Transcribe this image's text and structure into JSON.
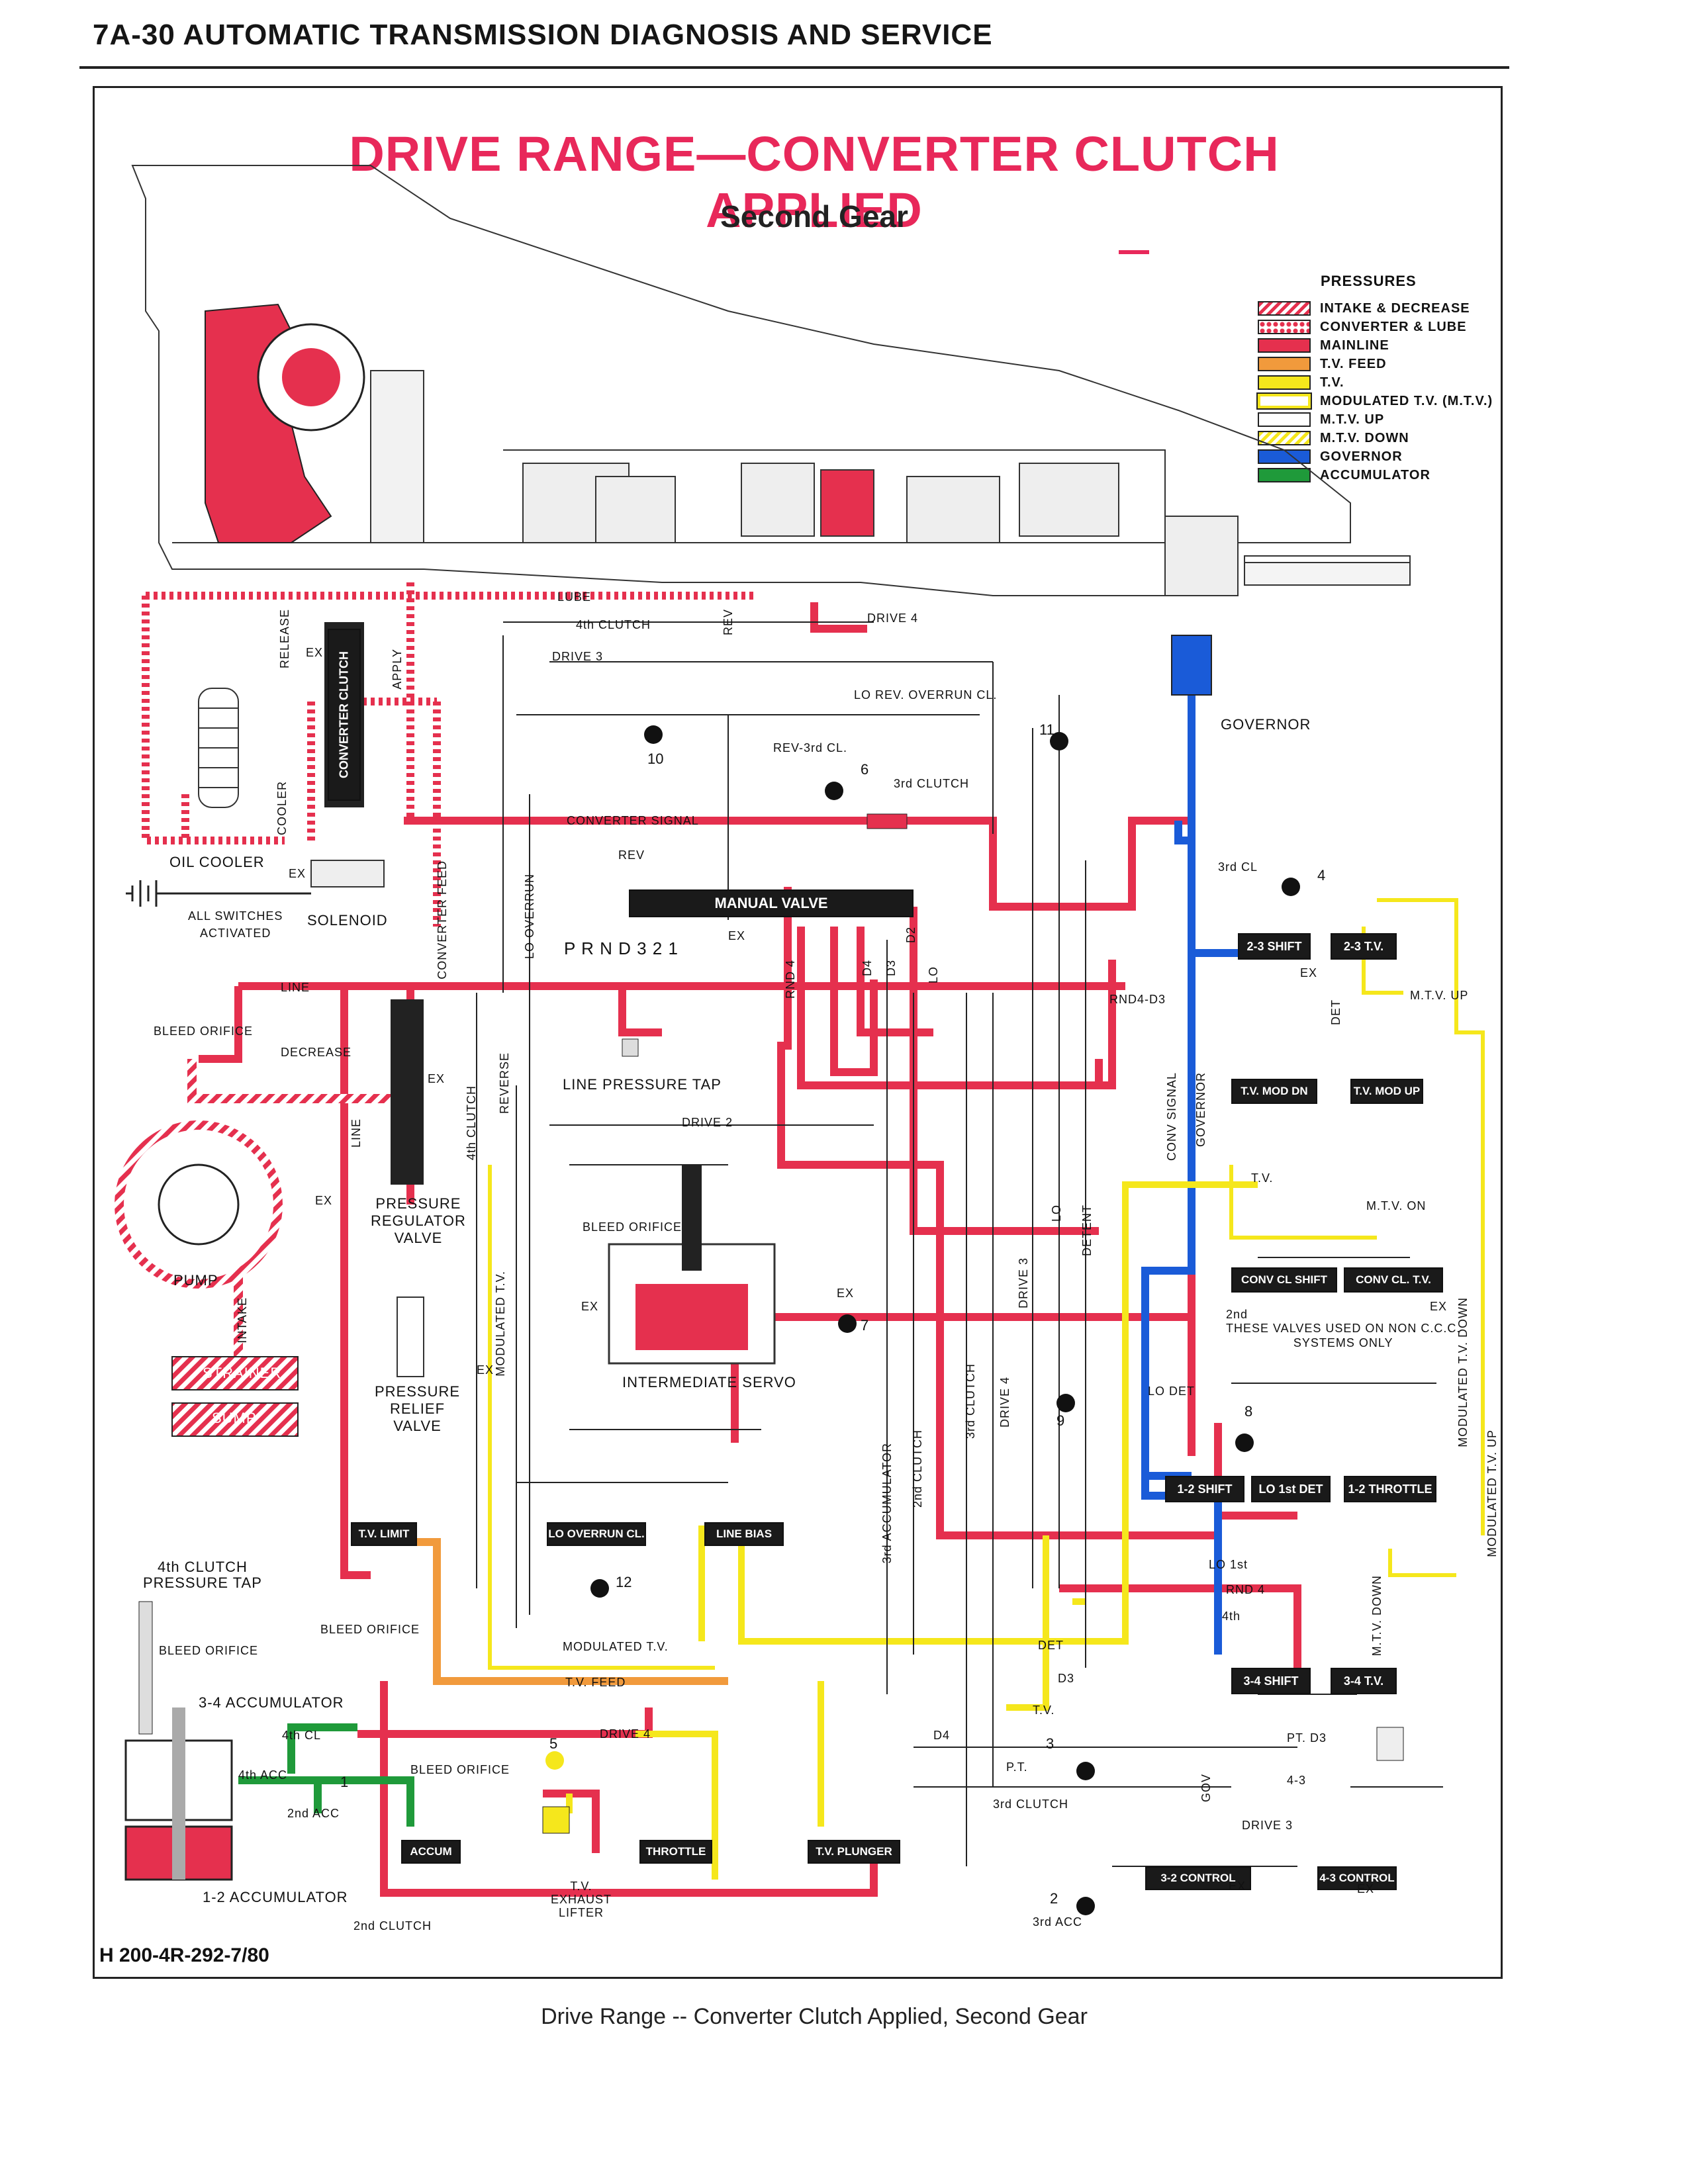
{
  "header": {
    "text": "7A-30  AUTOMATIC TRANSMISSION DIAGNOSIS AND SERVICE"
  },
  "title": "DRIVE RANGE—CONVERTER CLUTCH APPLIED",
  "subtitle": "Second Gear",
  "legend": {
    "title": "PRESSURES",
    "items": [
      {
        "label": "INTAKE & DECREASE",
        "pattern": "hatch-red"
      },
      {
        "label": "CONVERTER & LUBE",
        "pattern": "dots-red"
      },
      {
        "label": "MAINLINE",
        "pattern": "solid-red"
      },
      {
        "label": "T.V. FEED",
        "pattern": "solid-orange"
      },
      {
        "label": "T.V.",
        "pattern": "solid-yellow"
      },
      {
        "label": "MODULATED T.V. (M.T.V.)",
        "pattern": "outline-yellow"
      },
      {
        "label": "M.T.V. UP",
        "pattern": "outline-yellow"
      },
      {
        "label": "M.T.V. DOWN",
        "pattern": "dash-yellow"
      },
      {
        "label": "GOVERNOR",
        "pattern": "solid-blue"
      },
      {
        "label": "ACCUMULATOR",
        "pattern": "solid-green"
      }
    ]
  },
  "colors": {
    "mainline": "#e5304e",
    "tv_feed": "#f19a3c",
    "tv": "#f5e71c",
    "governor": "#1a5bd8",
    "accumulator": "#1f9a3a",
    "ink": "#1a1a1a"
  },
  "components": {
    "oil_cooler": "OIL COOLER",
    "all_switches": "ALL SWITCHES",
    "activated": "ACTIVATED",
    "solenoid": "SOLENOID",
    "converter_clutch": "CONVERTER CLUTCH",
    "manual_valve": "MANUAL VALVE",
    "manual_positions": "P  R N D 3  2  1",
    "governor": "GOVERNOR",
    "line_pressure_tap": "LINE PRESSURE TAP",
    "pressure_regulator": "PRESSURE\nREGULATOR\nVALVE",
    "pressure_relief": "PRESSURE\nRELIEF\nVALVE",
    "pump": "PUMP",
    "strainer": "STRAINER",
    "sump": "SUMP",
    "bleed_orifice": "BLEED ORIFICE",
    "intermediate_servo": "INTERMEDIATE SERVO",
    "tv_limit": "T.V. LIMIT",
    "lo_overrun_cl": "LO OVERRUN CL.",
    "line_bias": "LINE  BIAS",
    "accum": "ACCUM",
    "throttle": "THROTTLE",
    "tv_plunger": "T.V. PLUNGER",
    "tv_exhaust_lifter": "T.V.\nEXHAUST\nLIFTER",
    "shift_23": "2-3 SHIFT",
    "tv_23": "2-3 T.V.",
    "tv_mod_dn": "T.V. MOD DN",
    "tv_mod_up": "T.V. MOD UP",
    "conv_cl_shift": "CONV CL SHIFT",
    "conv_cl_tv": "CONV  CL. T.V.",
    "non_ccc_note": "THESE VALVES USED ON NON C.C.C.\nSYSTEMS ONLY",
    "shift_12": "1-2 SHIFT",
    "lo_1st_det": "LO  1st DET",
    "throttle_12": "1-2 THROTTLE",
    "shift_34": "3-4 SHIFT",
    "tv_34": "3-4 T.V.",
    "control_32": "3-2 CONTROL",
    "control_43": "4-3 CONTROL",
    "clutch4_tap": "4th CLUTCH\nPRESSURE TAP",
    "accumulator_34": "3-4 ACCUMULATOR",
    "accumulator_12": "1-2 ACCUMULATOR"
  },
  "passages": {
    "lube": "LUBE",
    "clutch4": "4th CLUTCH",
    "drive3": "DRIVE 3",
    "drive4": "DRIVE 4",
    "rev": "REV",
    "lo_rev_overrun": "LO REV. OVERRUN CL.",
    "rev_3rd": "REV-3rd CL.",
    "clutch3": "3rd CLUTCH",
    "converter_signal": "CONVERTER SIGNAL",
    "rev2": "REV",
    "line": "LINE",
    "decrease": "DECREASE",
    "release": "RELEASE",
    "apply": "APPLY",
    "cooler": "COOLER",
    "converter_feed": "CONVERTER FEED",
    "lo_overrun": "LO OVERRUN",
    "clutch4_v": "4th CLUTCH",
    "reverse": "REVERSE",
    "drive2": "DRIVE 2",
    "rnd4_d3": "RND4-D3",
    "cl3": "3rd CL",
    "mtv_up": "M.T.V. UP",
    "tv": "T.V.",
    "mtv_on": "M.T.V. ON",
    "lo_det": "LO DET",
    "lo_1st": "LO 1st",
    "rnd4": "RND 4",
    "fourth": "4th",
    "det": "DET",
    "d3": "D3",
    "tv2": "T.V.",
    "pt": "P.T.",
    "clutch3b": "3rd CLUTCH",
    "acc3rd": "3rd ACC",
    "pt_d3": "PT. D3",
    "forty3": "4-3",
    "drive3b": "DRIVE 3",
    "modulated_tv": "MODULATED T.V.",
    "tv_feed": "T.V. FEED",
    "cl4": "4th CL",
    "acc4th": "4th ACC",
    "acc2nd": "2nd ACC",
    "clutch2": "2nd CLUTCH",
    "drive4b": "DRIVE 4",
    "d4": "D4",
    "exhaust": "EX",
    "two_nd": "2nd",
    "mtv_down": "M.T.V. DOWN",
    "modulated_tv_down": "MODULATED T.V. DOWN",
    "modulated_tv_up": "MODULATED T.V. UP",
    "conv_signal": "CONV SIGNAL",
    "governor_v": "GOVERNOR",
    "lo": "LO",
    "detent": "DETENT",
    "drive3_v": "DRIVE 3",
    "clutch3_v": "3rd CLUTCH",
    "drive4_v": "DRIVE 4",
    "clutch2_v": "2nd CLUTCH",
    "acc3rd_v": "3rd ACCUMULATOR",
    "modulated_tv_v": "MODULATED T.V.",
    "line_v": "LINE",
    "intake": "INTAKE",
    "bleed": "BLEED ORIFICE",
    "rnd4_v": "RND 4",
    "d4_v": "D4",
    "d3_v": "D3",
    "d2_v": "D2",
    "lo_v": "LO",
    "gov": "GOV",
    "det_v": "DET"
  },
  "check_balls": [
    "1",
    "2",
    "3",
    "4",
    "5",
    "6",
    "7",
    "8",
    "9",
    "10",
    "11",
    "12"
  ],
  "footer": {
    "code": "H 200-4R-292-7/80",
    "caption": "Drive Range -- Converter Clutch Applied, Second Gear"
  }
}
